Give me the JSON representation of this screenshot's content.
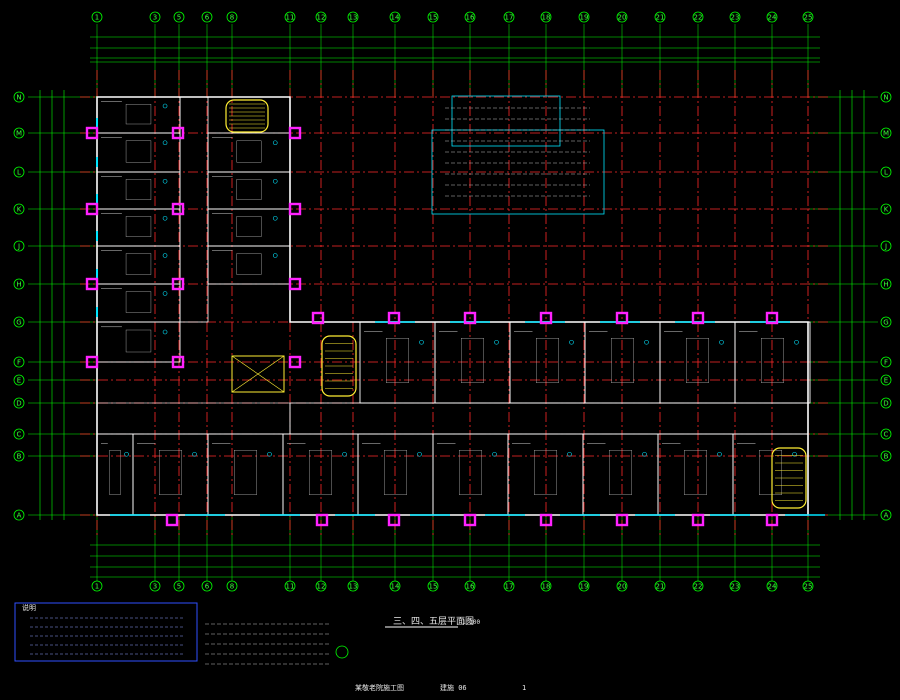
{
  "colors": {
    "background": "#000000",
    "axis": "#ff2a2a",
    "grid": "#00ff00",
    "wall": "#ffffff",
    "column": "#ff22ff",
    "window": "#00e5ff",
    "stair": "#ffee33",
    "note_box": "#3050ff"
  },
  "axes_top": [
    "1",
    "3",
    "5",
    "6",
    "8",
    "11",
    "12",
    "13",
    "14",
    "15",
    "16",
    "17",
    "18",
    "19",
    "20",
    "21",
    "22",
    "23",
    "24",
    "25"
  ],
  "axes_side": [
    "N",
    "M",
    "L",
    "K",
    "J",
    "H",
    "G",
    "F",
    "E",
    "D",
    "C",
    "B",
    "A"
  ],
  "drawing_title": "三、四、五层平面图",
  "scale": "1:100",
  "notes_title": "说明",
  "bottom_title": "某敬老院施工图",
  "sheet_label": "建施 06",
  "page_no": "1"
}
